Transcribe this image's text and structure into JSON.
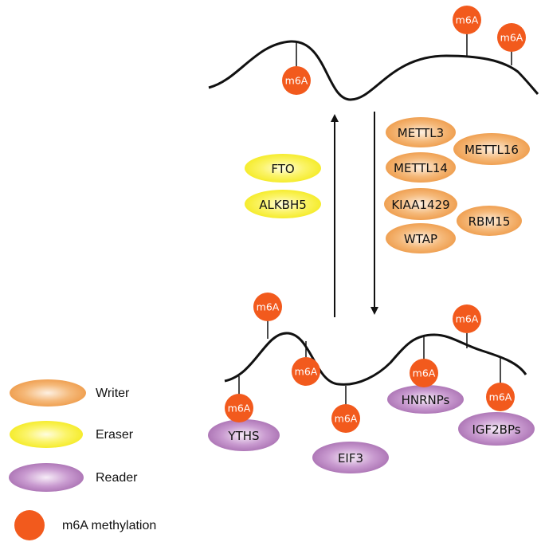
{
  "m6a_label": "m6A",
  "top_mrna": {
    "sites": 3
  },
  "bottom_mrna": {
    "sites": 7
  },
  "erasers": [
    "FTO",
    "ALKBH5"
  ],
  "writers": [
    "METTL3",
    "METTL16",
    "METTL14",
    "KIAA1429",
    "RBM15",
    "WTAP"
  ],
  "readers": [
    "YTHS",
    "EIF3",
    "HNRNPs",
    "IGF2BPs"
  ],
  "legend": {
    "writer": "Writer",
    "eraser": "Eraser",
    "reader": "Reader",
    "methylation": "m6A methylation"
  },
  "colors": {
    "writer": "#f2a65a",
    "eraser": "#f7ef3a",
    "reader": "#b07ab9",
    "m6a": "#f25a1d"
  }
}
